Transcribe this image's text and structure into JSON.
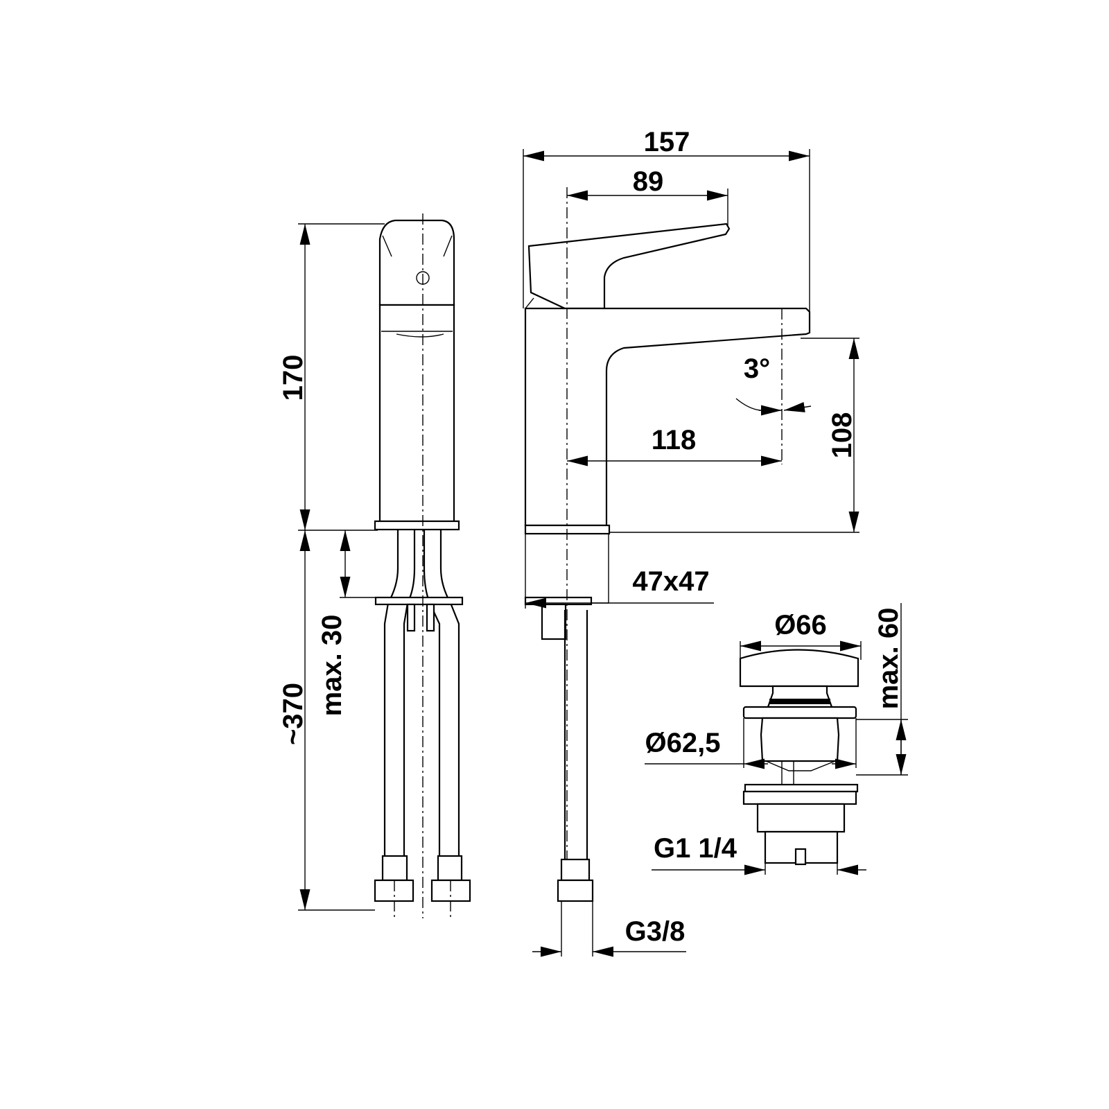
{
  "drawing": {
    "front_view": {
      "height_label": "170",
      "hose_length_label": "~370",
      "max_thickness_label": "max. 30"
    },
    "side_view": {
      "total_length_label": "157",
      "handle_length_label": "89",
      "spout_reach_label": "118",
      "spout_height_label": "108",
      "angle_label": "3°",
      "base_size_label": "47x47",
      "connection_label": "G3/8"
    },
    "drain": {
      "cap_diameter_label": "Ø66",
      "flange_diameter_label": "Ø62,5",
      "max_thickness_label": "max. 60",
      "thread_label": "G1 1/4"
    }
  }
}
